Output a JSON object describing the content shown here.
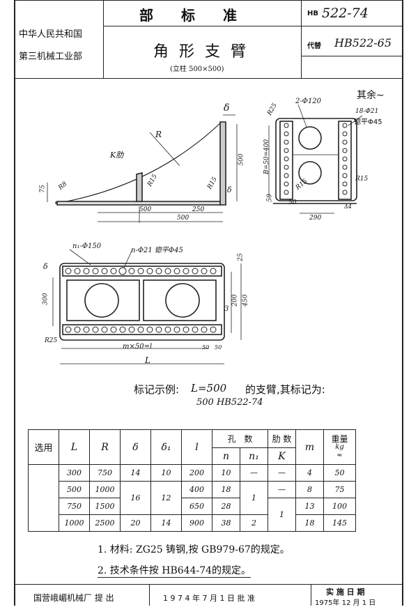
{
  "header": {
    "org_line1": "中华人民共和国",
    "org_line2": "第三机械工业部",
    "standard_type": "部　　标　　准",
    "title": "角 形 支 臂",
    "subtitle": "(立柱 500×500)",
    "code_prefix": "HB",
    "code": "522-74",
    "replaces_label": "代替",
    "replaces_code": "HB522-65"
  },
  "drawing": {
    "surface_note": "其余∼",
    "side_view": {
      "delta": "δ",
      "R": "R",
      "rib": "K肋",
      "r_small": "R15",
      "r_left": "R8",
      "r_right": "R15",
      "dim_75": "75",
      "dim_500h": "500",
      "dim_500_left": "500",
      "dim_250": "250",
      "dim_500_total": "500",
      "dim_delta1": "δ"
    },
    "front_view": {
      "hole_big": "2-Φ120",
      "hole_small": "18-Φ21",
      "counterbore": "锪平Φ45",
      "r25": "R25",
      "vertical_dim": "B=50=400",
      "r15a": "R15",
      "r15b": "R15",
      "dim_50a": "50",
      "dim_50b": "50",
      "dim_290": "290",
      "ra_mark": "Δ4"
    },
    "plan_view": {
      "holes_big": "n₁-Φ150",
      "holes_small": "n-Φ21 锪平Φ45",
      "dim_25": "25",
      "dim_300": "300",
      "dim_200": "200",
      "dim_450": "450",
      "dim_3": "3",
      "r25": "R25",
      "pitch": "m×50=l",
      "dim_50a": "50",
      "dim_50b": "50",
      "length": "L",
      "delta": "δ"
    }
  },
  "marking": {
    "label": "标记示例:",
    "value_expr": "L=500",
    "text": "的支臂,其标记为:",
    "example": "500  HB522-74"
  },
  "table": {
    "col_usage": "选用",
    "col_L": "L",
    "col_R": "R",
    "col_delta": "δ",
    "col_delta1": "δ₁",
    "col_l": "l",
    "col_holes": "孔　数",
    "col_n": "n",
    "col_n1": "n₁",
    "col_ribs": "肋 数",
    "col_K": "K",
    "col_m": "m",
    "col_weight": "重量",
    "col_weight_unit": "kg",
    "col_weight_approx": "≈",
    "rows": [
      {
        "L": "300",
        "R": "750",
        "delta": "14",
        "delta1": "10",
        "l": "200",
        "n": "10",
        "n1": "—",
        "K": "—",
        "m": "4",
        "w": "50"
      },
      {
        "L": "500",
        "R": "1000",
        "delta": "16",
        "delta1": "12",
        "l": "400",
        "n": "18",
        "n1": "1",
        "K": "—",
        "m": "8",
        "w": "75"
      },
      {
        "L": "750",
        "R": "1500",
        "delta": "",
        "delta1": "",
        "l": "650",
        "n": "28",
        "n1": "",
        "K": "1",
        "m": "13",
        "w": "100"
      },
      {
        "L": "1000",
        "R": "2500",
        "delta": "20",
        "delta1": "14",
        "l": "900",
        "n": "38",
        "n1": "2",
        "K": "",
        "m": "18",
        "w": "145"
      }
    ]
  },
  "notes": [
    "1. 材料: ZG25 铸钢,按 GB979-67的规定。",
    "2. 技术条件按 HB644-74的规定。"
  ],
  "footer": {
    "author": "国营峨嵋机械厂 提 出",
    "approved": "1 9 7 4 年  7  月  1  日 批 准",
    "impl_label": "实 施 日 期",
    "impl_date": "1975年 12 月 1 日"
  }
}
